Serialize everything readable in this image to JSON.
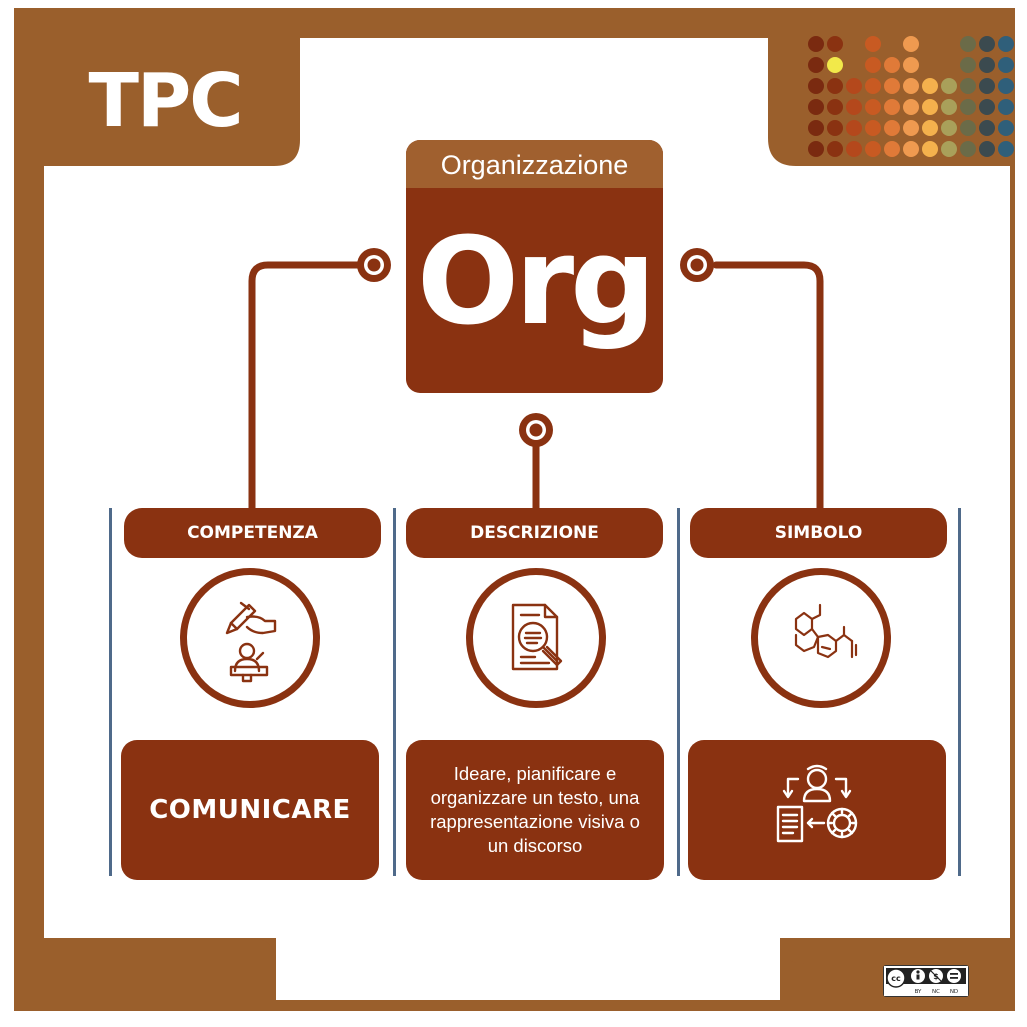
{
  "brand": {
    "label": "TPC"
  },
  "colors": {
    "frame": "#9a5f2c",
    "primary": "#8a3211",
    "header_band": "#a0602f",
    "divider": "#4f6a8a",
    "background": "#ffffff"
  },
  "center": {
    "subtitle": "Organizzazione",
    "symbol": "Org"
  },
  "columns": [
    {
      "heading": "COMPETENZA",
      "icon": "writing-hand-and-speaker-icon",
      "content_text": "COMUNICARE"
    },
    {
      "heading": "DESCRIZIONE",
      "icon": "document-magnifier-icon",
      "content_text": "Ideare, pianificare e organizzare un testo, una rappresentazione visiva o un discorso"
    },
    {
      "heading": "SIMBOLO",
      "icon": "molecule-structure-icon",
      "content_icon": "person-document-gear-cycle-icon"
    }
  ],
  "license": {
    "icon": "cc-by-nc-nd-icon",
    "labels": [
      "BY",
      "NC",
      "ND"
    ]
  }
}
